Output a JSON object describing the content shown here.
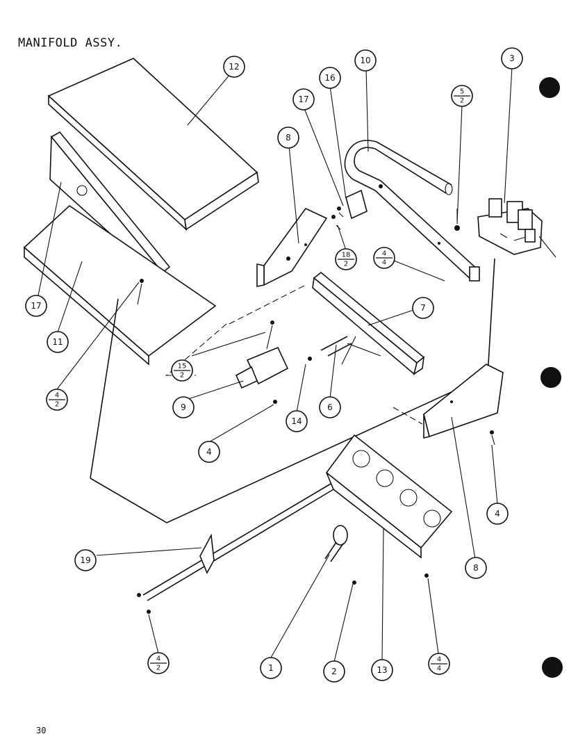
{
  "title": "MANIFOLD ASSY.",
  "page_number": "30",
  "callouts": [
    {
      "id": "c12",
      "top": "12"
    },
    {
      "id": "c10",
      "top": "10"
    },
    {
      "id": "c3",
      "top": "3"
    },
    {
      "id": "c16",
      "top": "16"
    },
    {
      "id": "c5-2",
      "top": "5",
      "bottom": "2"
    },
    {
      "id": "c17a",
      "top": "17"
    },
    {
      "id": "c8a",
      "top": "8"
    },
    {
      "id": "c18-2",
      "top": "18",
      "bottom": "2"
    },
    {
      "id": "c4-4a",
      "top": "4",
      "bottom": "4"
    },
    {
      "id": "c17b",
      "top": "17"
    },
    {
      "id": "c11",
      "top": "11"
    },
    {
      "id": "c4-2a",
      "top": "4",
      "bottom": "2"
    },
    {
      "id": "c7",
      "top": "7"
    },
    {
      "id": "c15-2",
      "top": "15",
      "bottom": "2"
    },
    {
      "id": "c9",
      "top": "9"
    },
    {
      "id": "c14",
      "top": "14"
    },
    {
      "id": "c6",
      "top": "6"
    },
    {
      "id": "c4a",
      "top": "4"
    },
    {
      "id": "c4b",
      "top": "4"
    },
    {
      "id": "c8b",
      "top": "8"
    },
    {
      "id": "c19",
      "top": "19"
    },
    {
      "id": "c4-2b",
      "top": "4",
      "bottom": "2"
    },
    {
      "id": "c1",
      "top": "1"
    },
    {
      "id": "c2",
      "top": "2"
    },
    {
      "id": "c13",
      "top": "13"
    },
    {
      "id": "c4-4b",
      "top": "4",
      "bottom": "4"
    }
  ]
}
